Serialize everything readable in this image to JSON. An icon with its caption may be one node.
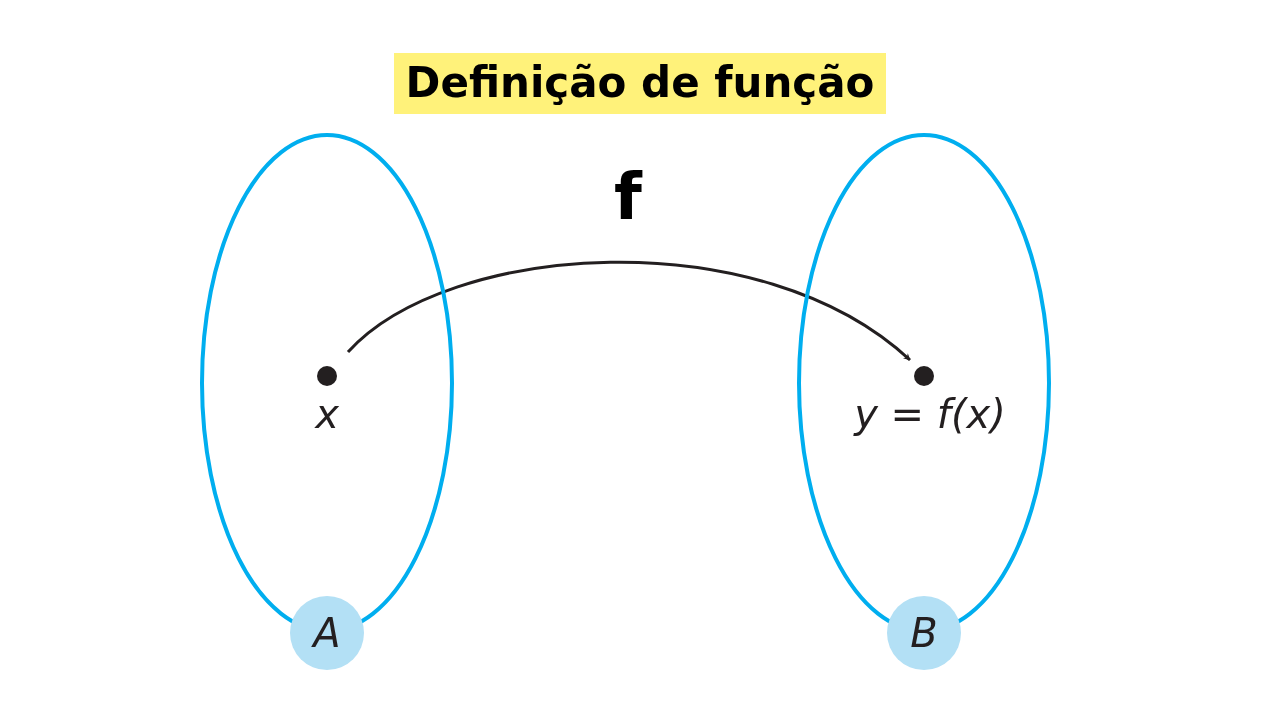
{
  "diagram": {
    "title": "Definição de função",
    "nodes": [
      {
        "text": [
          "A"
        ]
      },
      {
        "text": [
          "x"
        ],
        "in": 0
      },
      {
        "text": [
          "B"
        ]
      },
      {
        "text": [
          "y = f(x)"
        ],
        "in": 2
      }
    ],
    "edges": [
      {
        "from": 1,
        "to": 3,
        "arrow": "to",
        "label": "f"
      }
    ]
  }
}
